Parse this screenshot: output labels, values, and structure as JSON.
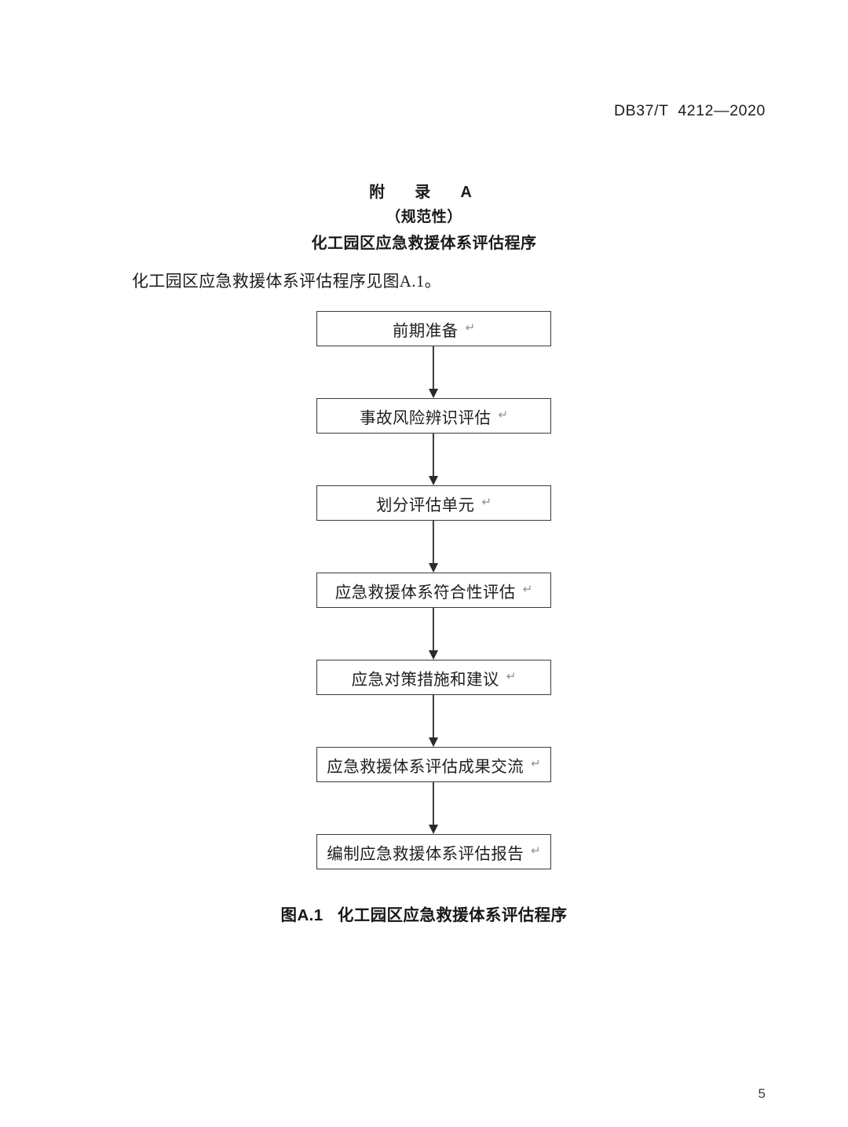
{
  "header": {
    "standard_number": "DB37/T  4212—2020"
  },
  "annex": {
    "label": "附  录  A",
    "kind": "（规范性）",
    "name": "化工园区应急救援体系评估程序"
  },
  "body": {
    "paragraph": "化工园区应急救援体系评估程序见图A.1。"
  },
  "flowchart": {
    "type": "flowchart",
    "orientation": "vertical",
    "pilcrow_glyph": "↵",
    "border_color": "#3b3b3b",
    "arrow_color": "#2a2a2a",
    "nodes": [
      {
        "label": "前期准备"
      },
      {
        "label": "事故风险辨识评估"
      },
      {
        "label": "划分评估单元"
      },
      {
        "label": "应急救援体系符合性评估"
      },
      {
        "label": "应急对策措施和建议"
      },
      {
        "label": "应急救援体系评估成果交流"
      },
      {
        "label": "编制应急救援体系评估报告"
      }
    ]
  },
  "figure": {
    "caption": "图A.1   化工园区应急救援体系评估程序"
  },
  "footer": {
    "page_number": "5"
  }
}
